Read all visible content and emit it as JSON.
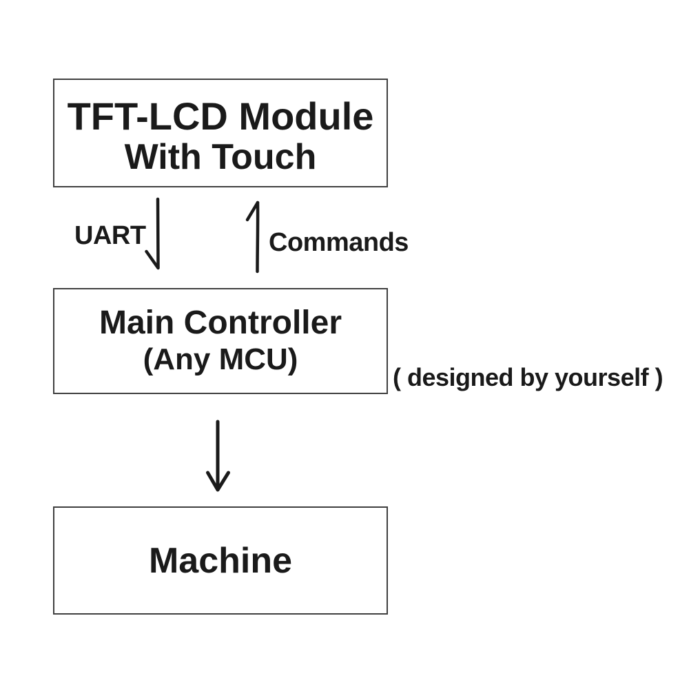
{
  "background": "#ffffff",
  "colors": {
    "text": "#1a1a1a",
    "border": "#3f3f3f",
    "arrow": "#1a1a1a"
  },
  "diagram": {
    "tft_box": {
      "line1": "TFT-LCD Module",
      "line2": "With Touch"
    },
    "uart_edge": {
      "label": "UART",
      "direction": "down"
    },
    "commands_edge": {
      "label": "Commands",
      "direction": "up"
    },
    "mcu_box": {
      "line1": "Main Controller",
      "line2": "(Any MCU)"
    },
    "mcu_note": "( designed by yourself )",
    "machine_edge": {
      "direction": "down"
    },
    "machine_box": {
      "label": "Machine"
    }
  }
}
